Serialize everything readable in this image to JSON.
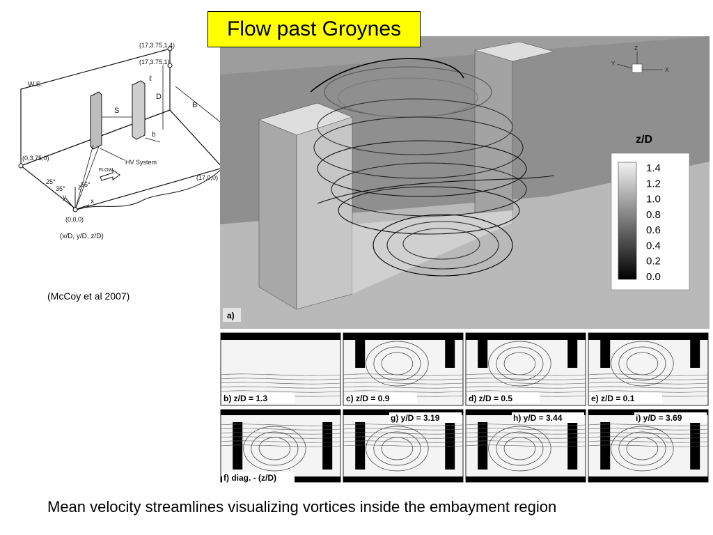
{
  "title": "Flow past Groynes",
  "citation": "(McCoy et al 2007)",
  "caption": "Mean velocity streamlines visualizing vortices inside the embayment region",
  "schematic": {
    "labels": {
      "corner_top1": "(17,3.75,1.4)",
      "corner_top2": "(17,3.75,1)",
      "corner_left": "(0,3.75,0)",
      "corner_right": "(17,0,0)",
      "origin": "(0,0,0)",
      "ws": "W.S.",
      "D": "D",
      "B": "B",
      "S": "S",
      "b": "b",
      "l": "ℓ",
      "hv": "HV System",
      "flow": "FLOW",
      "angle25": "25°",
      "angle35": "35°",
      "angle55": "55°",
      "x": "x",
      "y": "y",
      "z": "z",
      "nondim": "(x/D, y/D, z/D)"
    }
  },
  "main_panel": {
    "label": "a)",
    "legend_title": "z/D",
    "legend_ticks": [
      "1.4",
      "1.2",
      "1.0",
      "0.8",
      "0.6",
      "0.4",
      "0.2",
      "0.0"
    ],
    "axes": {
      "x": "X",
      "y": "Y",
      "z": "Z"
    }
  },
  "sub_panels": [
    {
      "id": "b",
      "label": "b) z/D = 1.3"
    },
    {
      "id": "c",
      "label": "c) z/D = 0.9"
    },
    {
      "id": "d",
      "label": "d) z/D = 0.5"
    },
    {
      "id": "e",
      "label": "e) z/D = 0.1"
    },
    {
      "id": "f",
      "label": "f) diag. - (z/D)"
    },
    {
      "id": "g",
      "label": "g) y/D = 3.19"
    },
    {
      "id": "h",
      "label": "h) y/D = 3.44"
    },
    {
      "id": "i",
      "label": "i) y/D = 3.69"
    }
  ]
}
